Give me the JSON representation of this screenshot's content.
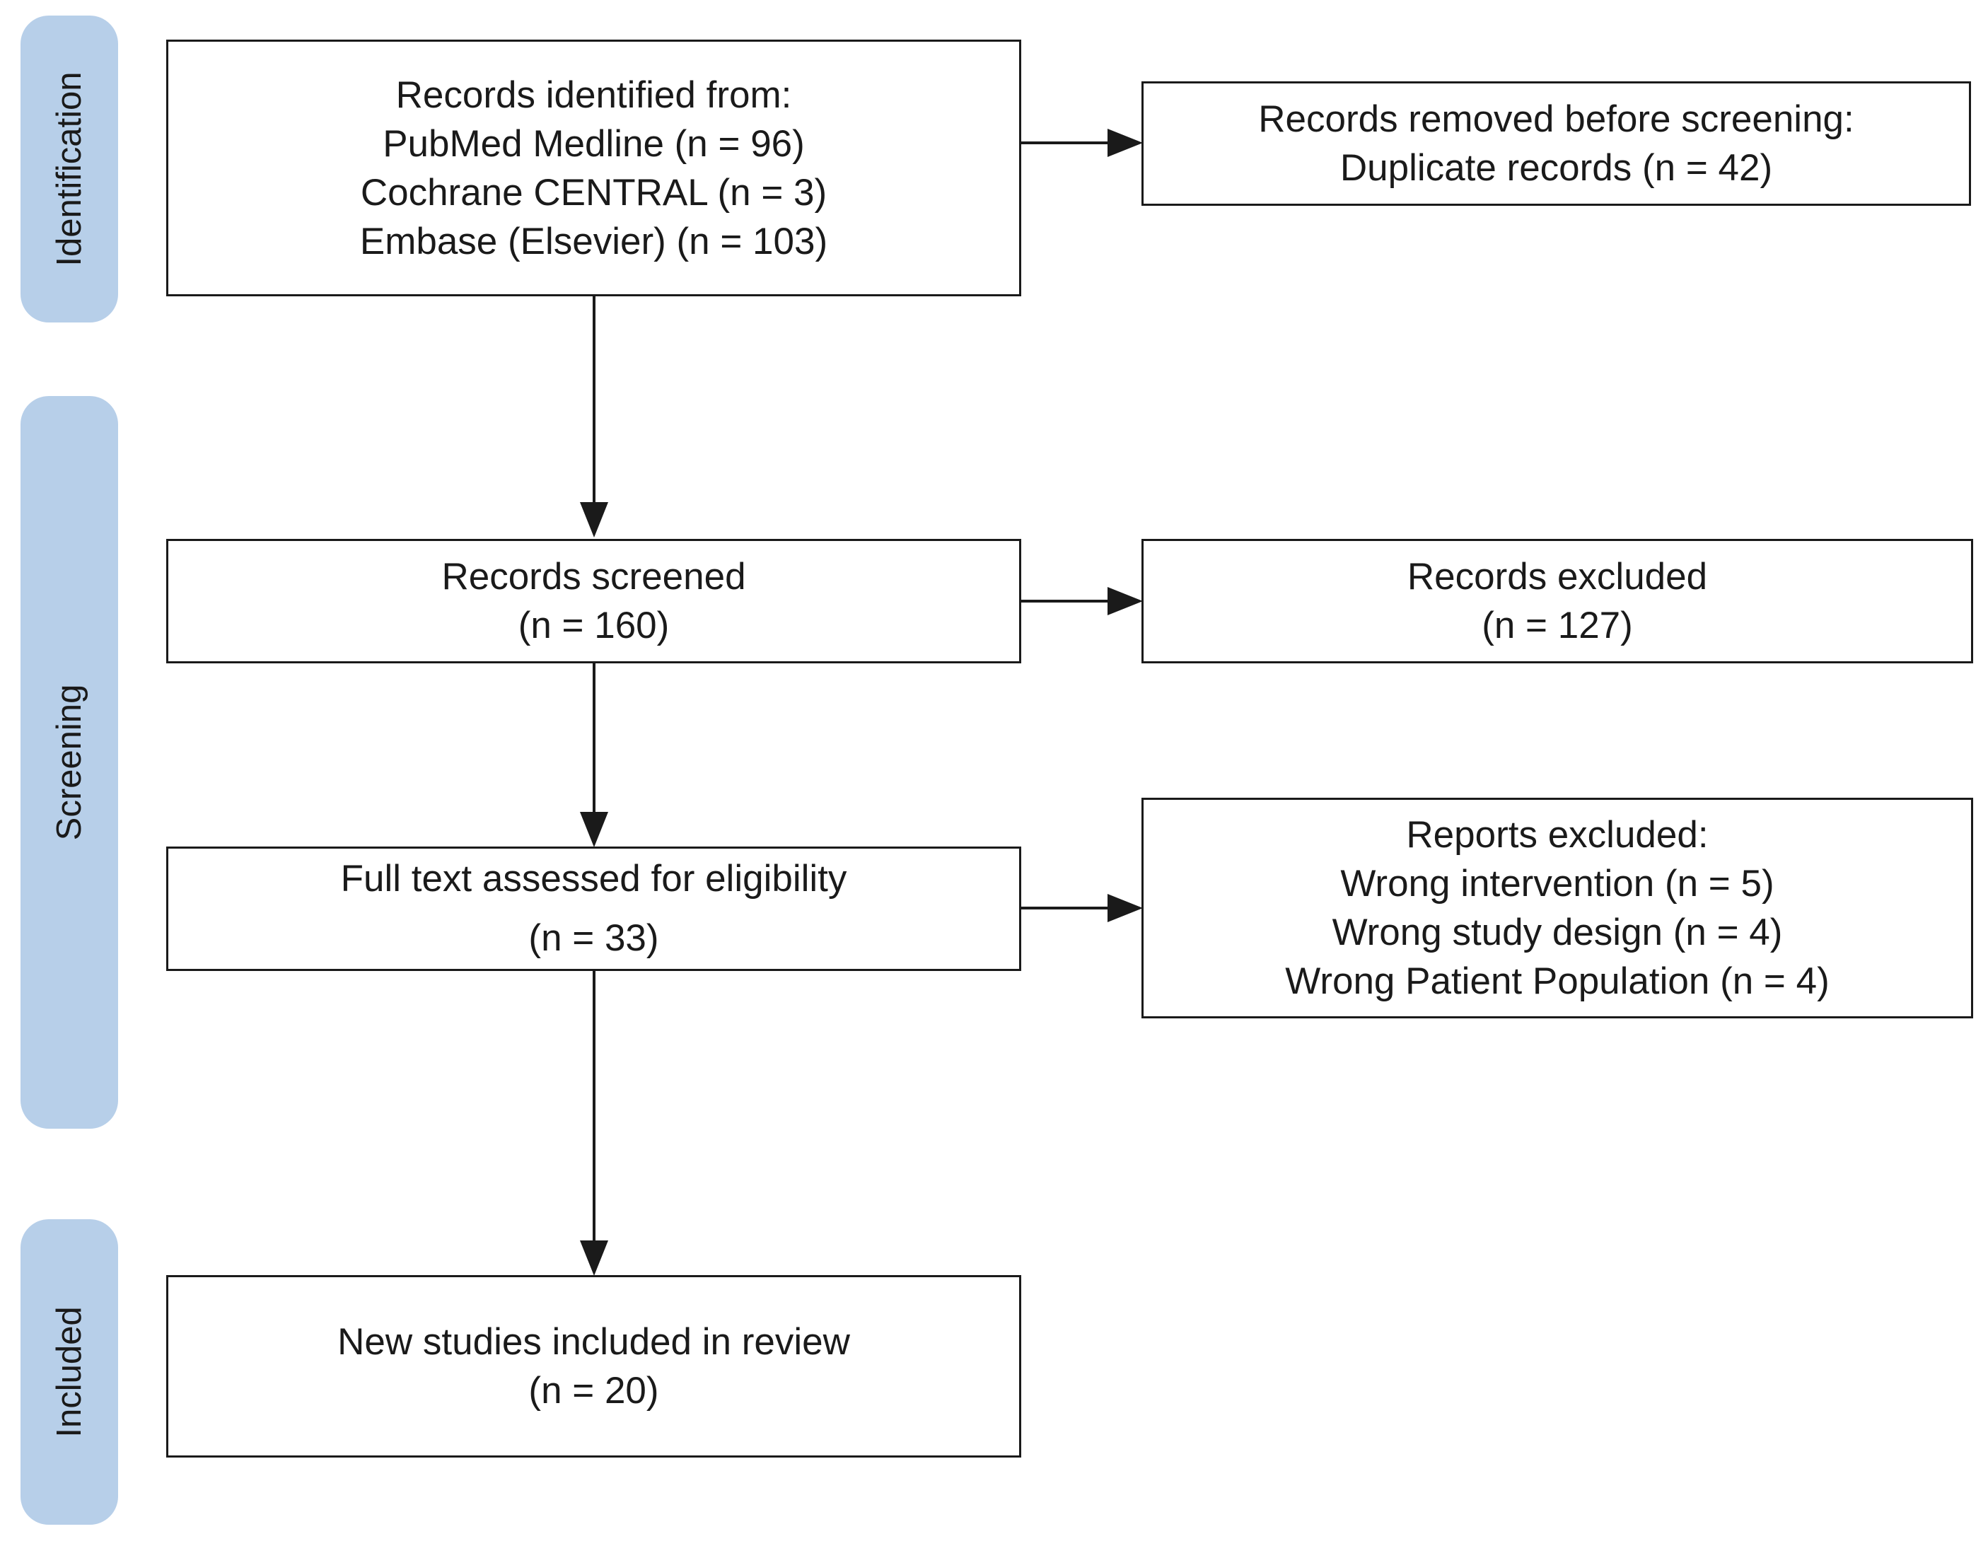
{
  "phases": {
    "identification": "Identification",
    "screening": "Screening",
    "included": "Included"
  },
  "boxes": {
    "identified": {
      "lines": [
        "Records identified from:",
        "PubMed Medline (n = 96)",
        "Cochrane CENTRAL (n = 3)",
        "Embase (Elsevier) (n = 103)"
      ]
    },
    "removed": {
      "lines": [
        "Records removed before screening:",
        "Duplicate records (n = 42)"
      ]
    },
    "screened": {
      "lines": [
        "Records screened",
        "(n = 160)"
      ]
    },
    "excluded": {
      "lines": [
        "Records excluded",
        "(n = 127)"
      ]
    },
    "fulltext": {
      "lines": [
        "Full text assessed for eligibility",
        "(n = 33)"
      ]
    },
    "reports_excluded": {
      "lines": [
        "Reports excluded:",
        "Wrong intervention (n = 5)",
        "Wrong study design (n = 4)",
        "Wrong Patient Population (n = 4)"
      ]
    },
    "included": {
      "lines": [
        "New studies included in review",
        "(n = 20)"
      ]
    }
  }
}
